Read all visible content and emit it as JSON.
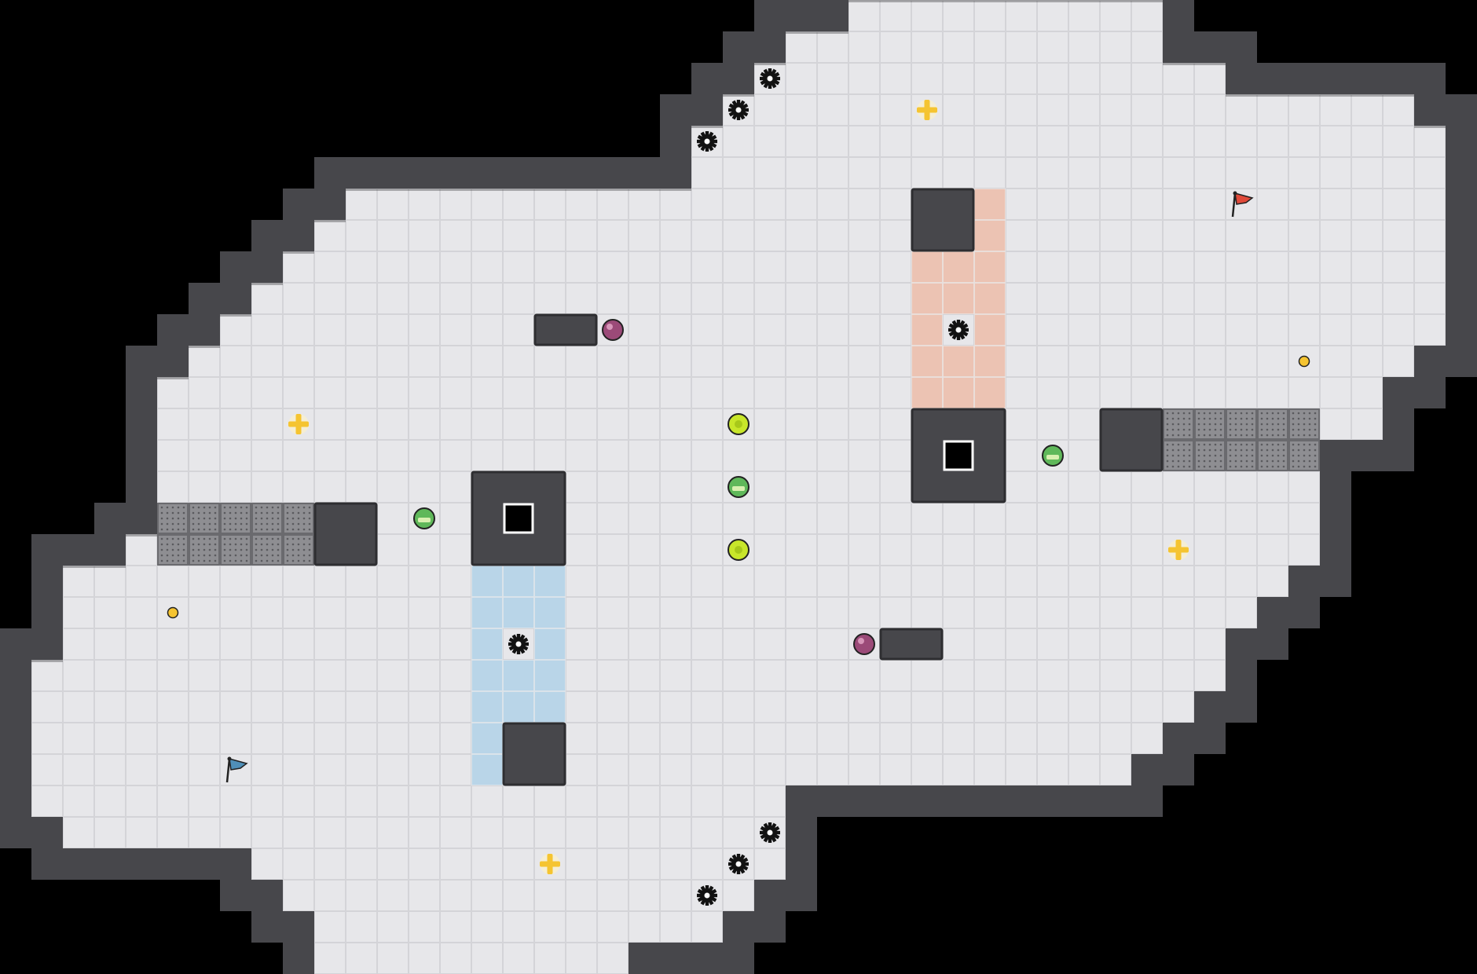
{
  "game": {
    "grid": {
      "cols": 47,
      "rows": 31
    },
    "colors": {
      "background": "#000000",
      "floor": "#e7e7ea",
      "floor_grid": "#d4d4d8",
      "wall": "#47474b",
      "wall_edge": "#2e2e31",
      "blue_zone": "#b9d5e8",
      "red_zone": "#ecc3b3",
      "grate": "#8e8e92",
      "gear": "#121212",
      "gold": "#f5c431",
      "lime": "#c8e62a",
      "green": "#5fb85a",
      "berry": "#9b4a78",
      "blue_flag": "#4f8fb8",
      "red_flag": "#e04a3a"
    },
    "floor_rows": [
      [
        [
          27,
          36
        ]
      ],
      [
        [
          25,
          36
        ]
      ],
      [
        [
          24,
          38
        ]
      ],
      [
        [
          23,
          44
        ]
      ],
      [
        [
          22,
          45
        ]
      ],
      [
        [
          22,
          45
        ]
      ],
      [
        [
          11,
          45
        ]
      ],
      [
        [
          10,
          45
        ]
      ],
      [
        [
          9,
          45
        ]
      ],
      [
        [
          8,
          45
        ]
      ],
      [
        [
          7,
          45
        ]
      ],
      [
        [
          6,
          44
        ]
      ],
      [
        [
          5,
          43
        ]
      ],
      [
        [
          5,
          43
        ]
      ],
      [
        [
          5,
          41
        ]
      ],
      [
        [
          5,
          41
        ]
      ],
      [
        [
          5,
          41
        ]
      ],
      [
        [
          4,
          41
        ]
      ],
      [
        [
          2,
          40
        ]
      ],
      [
        [
          2,
          39
        ]
      ],
      [
        [
          2,
          38
        ]
      ],
      [
        [
          1,
          38
        ]
      ],
      [
        [
          1,
          37
        ]
      ],
      [
        [
          1,
          36
        ]
      ],
      [
        [
          1,
          35
        ]
      ],
      [
        [
          1,
          24
        ]
      ],
      [
        [
          2,
          24
        ]
      ],
      [
        [
          8,
          24
        ]
      ],
      [
        [
          9,
          23
        ]
      ],
      [
        [
          10,
          22
        ]
      ],
      [
        [
          10,
          19
        ]
      ]
    ],
    "wall_blocks": [
      [
        29,
        6,
        2,
        2
      ],
      [
        17,
        10,
        2,
        1
      ],
      [
        29,
        13,
        3,
        3
      ],
      [
        35,
        13,
        2,
        2
      ],
      [
        15,
        15,
        3,
        3
      ],
      [
        10,
        16,
        2,
        2
      ],
      [
        28,
        20,
        2,
        1
      ],
      [
        16,
        23,
        2,
        2
      ]
    ],
    "holes": [
      [
        30,
        14
      ],
      [
        16,
        16
      ]
    ],
    "grates": [
      [
        37,
        13,
        5,
        2
      ],
      [
        5,
        16,
        5,
        2
      ]
    ],
    "zones": [
      {
        "kind": "red",
        "cells": [
          [
            31,
            6
          ],
          [
            31,
            7
          ],
          [
            29,
            8
          ],
          [
            30,
            8
          ],
          [
            31,
            8
          ],
          [
            29,
            9
          ],
          [
            30,
            9
          ],
          [
            31,
            9
          ],
          [
            29,
            10
          ],
          [
            31,
            10
          ],
          [
            29,
            11
          ],
          [
            30,
            11
          ],
          [
            31,
            11
          ],
          [
            29,
            12
          ],
          [
            30,
            12
          ],
          [
            31,
            12
          ]
        ]
      },
      {
        "kind": "blue",
        "cells": [
          [
            15,
            18
          ],
          [
            16,
            18
          ],
          [
            17,
            18
          ],
          [
            15,
            19
          ],
          [
            16,
            19
          ],
          [
            17,
            19
          ],
          [
            15,
            20
          ],
          [
            17,
            20
          ],
          [
            15,
            21
          ],
          [
            16,
            21
          ],
          [
            17,
            21
          ],
          [
            15,
            22
          ],
          [
            16,
            22
          ],
          [
            17,
            22
          ],
          [
            15,
            23
          ],
          [
            15,
            24
          ]
        ]
      }
    ],
    "gears": [
      [
        24,
        2
      ],
      [
        23,
        3
      ],
      [
        22,
        4
      ],
      [
        30,
        10
      ],
      [
        16,
        20
      ],
      [
        24,
        26
      ],
      [
        23,
        27
      ],
      [
        22,
        28
      ]
    ],
    "cross_pickups": [
      [
        29,
        3
      ],
      [
        9,
        13
      ],
      [
        37,
        17
      ],
      [
        17,
        27
      ]
    ],
    "small_coins": [
      [
        41,
        11
      ],
      [
        5,
        19
      ]
    ],
    "lime_orbs": [
      [
        23,
        13
      ],
      [
        23,
        17
      ]
    ],
    "green_orbs": [
      [
        23,
        15
      ],
      [
        13,
        16
      ],
      [
        33,
        14
      ]
    ],
    "berry_orbs": [
      [
        19,
        10
      ],
      [
        27,
        20
      ]
    ],
    "flags": [
      {
        "kind": "blue",
        "col": 7,
        "row": 24
      },
      {
        "kind": "red",
        "col": 39,
        "row": 6
      }
    ]
  }
}
